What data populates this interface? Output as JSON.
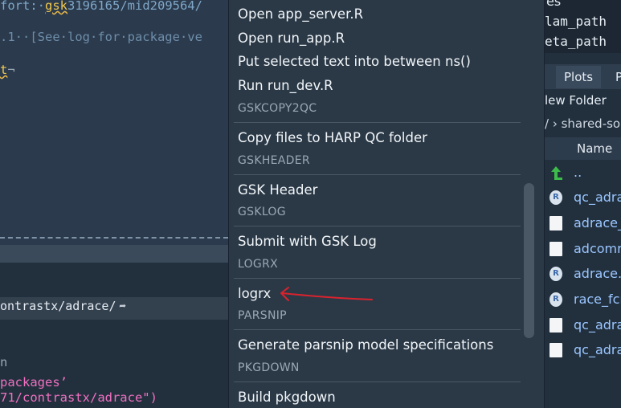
{
  "editor": {
    "lines": [
      {
        "pre": "fort:·",
        "warn": "gsk",
        "post": "3196165/mid209564/"
      },
      {
        "pre": ".1··[See·log·for·package·ve",
        "warn": "",
        "post": ""
      },
      {
        "pre": "",
        "warn": "t",
        "post": "¬"
      }
    ]
  },
  "console": {
    "path": "ontrastx/adrace/",
    "lines": [
      "n",
      "packages’",
      "71/contrastx/adrace\")"
    ]
  },
  "context_menu": {
    "items": [
      {
        "type": "item",
        "label": "Open app_server.R"
      },
      {
        "type": "item",
        "label": "Open run_app.R"
      },
      {
        "type": "item",
        "label": "Put selected text into between ns()"
      },
      {
        "type": "item",
        "label": "Run run_dev.R"
      },
      {
        "type": "header",
        "label": "GSKCOPY2QC"
      },
      {
        "type": "item",
        "label": "Copy files to HARP QC folder"
      },
      {
        "type": "header",
        "label": "GSKHEADER"
      },
      {
        "type": "item",
        "label": "GSK Header"
      },
      {
        "type": "header",
        "label": "GSKLOG"
      },
      {
        "type": "item",
        "label": "Submit with GSK Log"
      },
      {
        "type": "header",
        "label": "LOGRX"
      },
      {
        "type": "item",
        "label": "logrx"
      },
      {
        "type": "header",
        "label": "PARSNIP"
      },
      {
        "type": "item",
        "label": "Generate parsnip model specifications"
      },
      {
        "type": "header",
        "label": "PKGDOWN"
      },
      {
        "type": "item",
        "label": "Build pkgdown"
      }
    ]
  },
  "right_panel": {
    "env_header": "es",
    "env_rows": [
      "lam_path",
      "eta_path"
    ],
    "tabs": [
      "Plots",
      "P"
    ],
    "new_folder": "lew Folder",
    "breadcrumb": "/ › shared-so",
    "column_name": "Name",
    "files": [
      {
        "icon": "up-arrow-icon",
        "name": ".."
      },
      {
        "icon": "r-file-icon",
        "name": "qc_adra"
      },
      {
        "icon": "file-icon",
        "name": "adrace_"
      },
      {
        "icon": "file-icon",
        "name": "adcomr"
      },
      {
        "icon": "r-file-icon",
        "name": "adrace."
      },
      {
        "icon": "r-file-icon",
        "name": "race_fcr"
      },
      {
        "icon": "file-icon",
        "name": "qc_adra"
      },
      {
        "icon": "file-icon",
        "name": "qc_adra"
      }
    ]
  },
  "colors": {
    "menu_bg": "#2b3947",
    "annotation_arrow": "#d9232d",
    "link_blue": "#9bc6ff",
    "pink_string": "#f070c0"
  }
}
